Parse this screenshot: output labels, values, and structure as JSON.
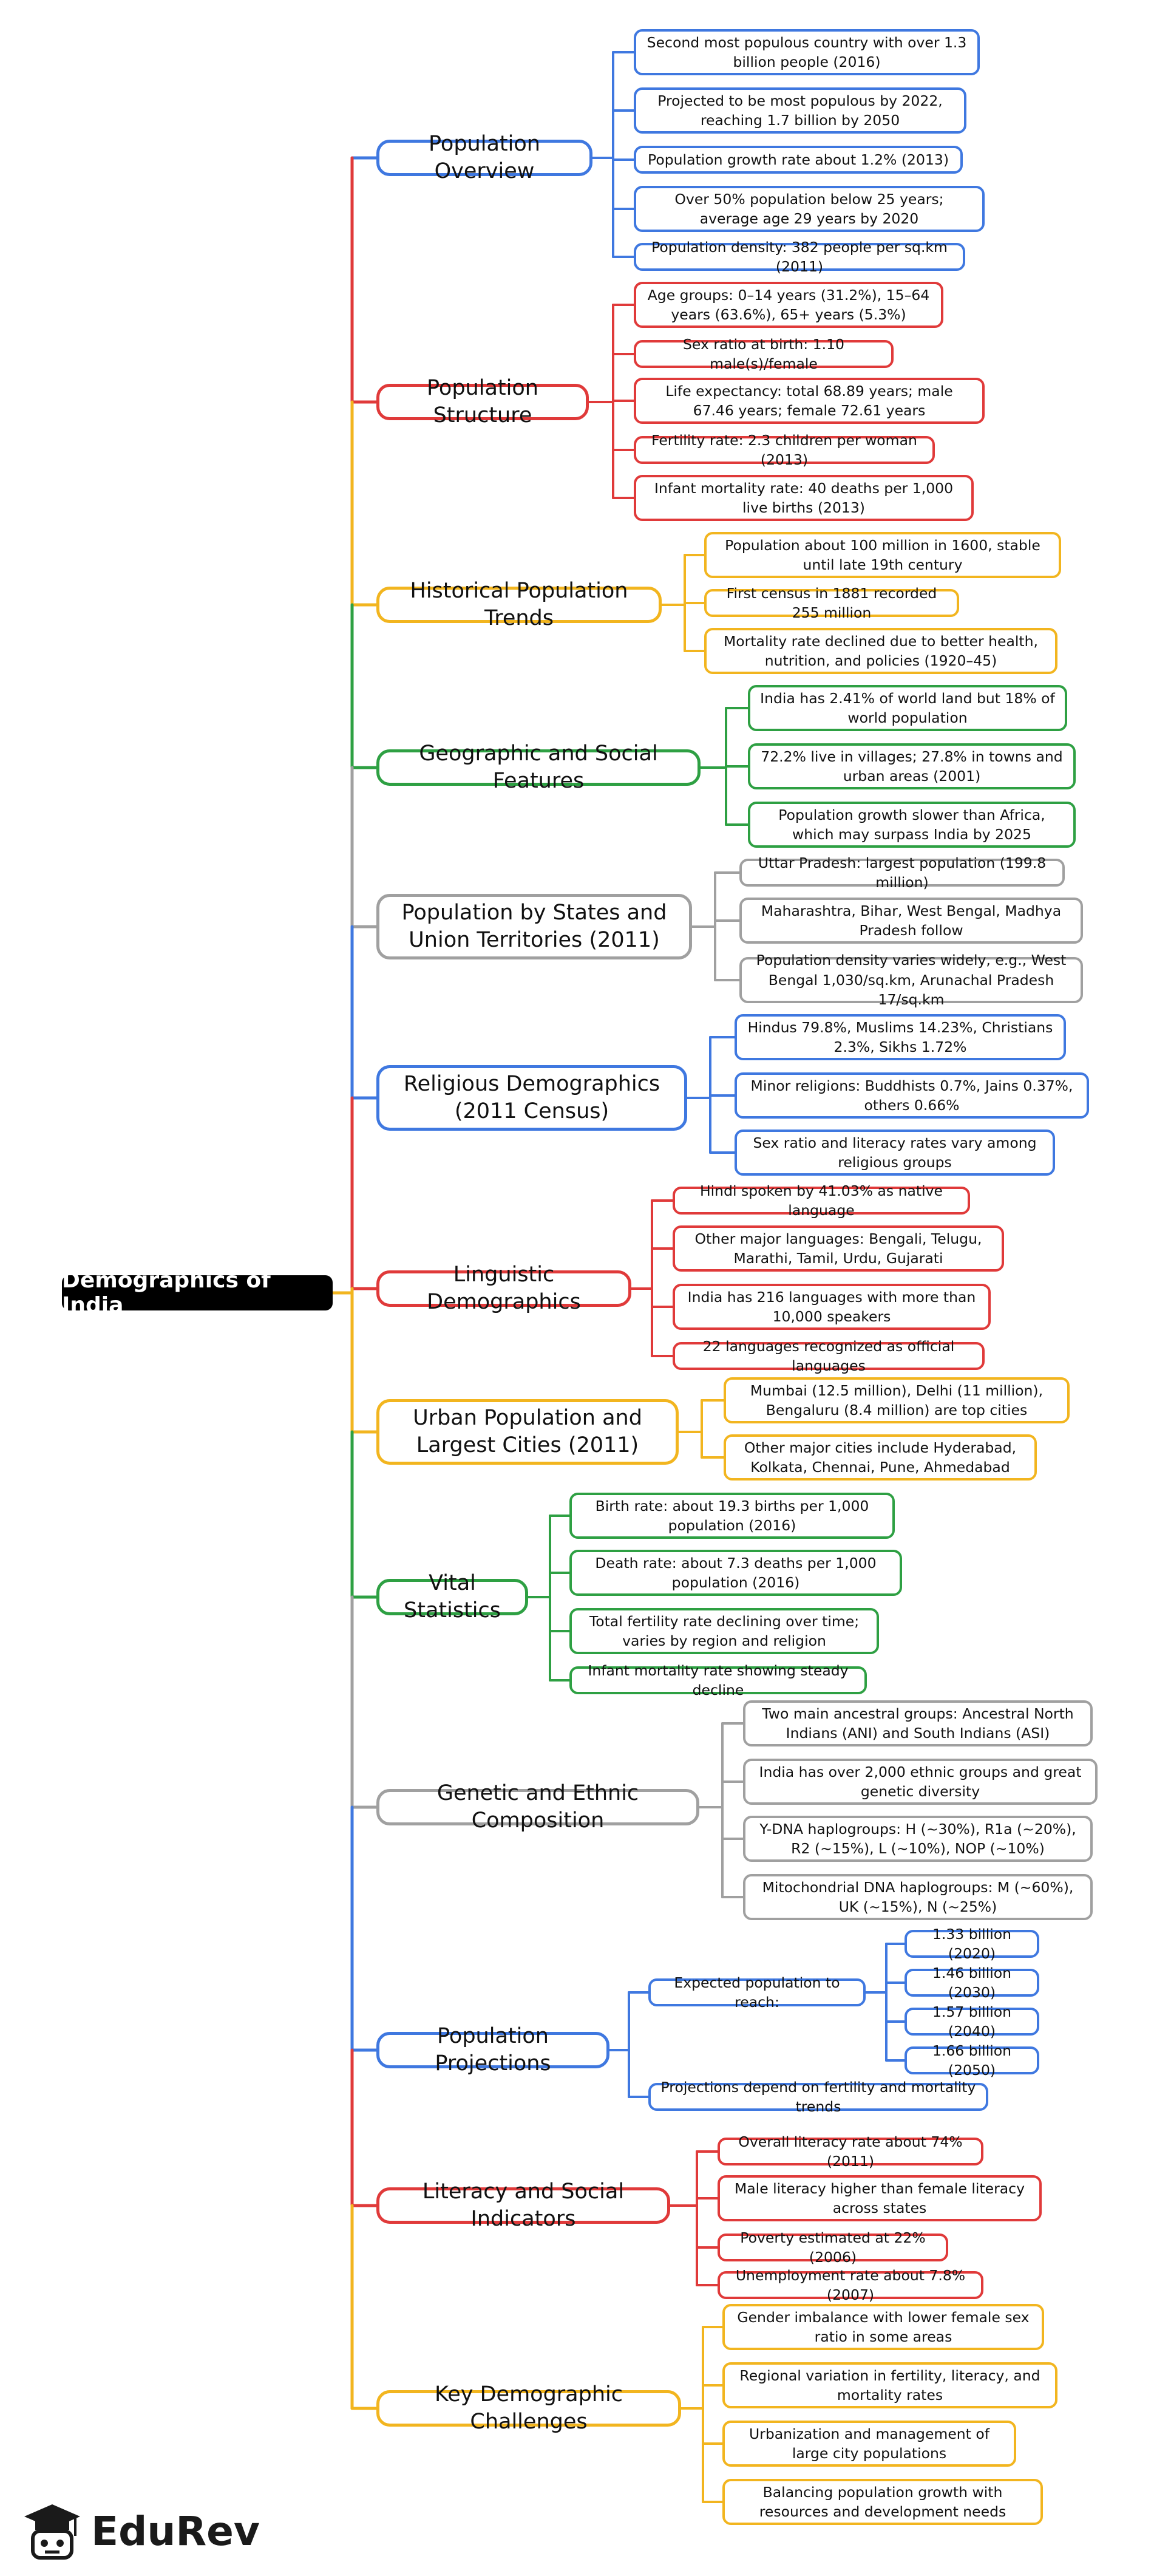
{
  "colors": {
    "blue": "#3f78e0",
    "red": "#e03a3a",
    "yellow": "#f2b51f",
    "green": "#2ea043",
    "gray": "#a0a0a0"
  },
  "root": "Demographics of India",
  "branches": [
    {
      "label": "Population Overview",
      "color": "blue",
      "items": [
        "Second most populous country with over 1.3 billion people (2016)",
        "Projected to be most populous by 2022, reaching 1.7 billion by 2050",
        "Population growth rate about 1.2% (2013)",
        "Over 50% population below 25 years; average age 29 years by 2020",
        "Population density: 382 people per sq.km (2011)"
      ]
    },
    {
      "label": "Population Structure",
      "color": "red",
      "items": [
        "Age groups: 0–14 years (31.2%), 15–64 years (63.6%), 65+ years (5.3%)",
        "Sex ratio at birth: 1.10 male(s)/female",
        "Life expectancy: total 68.89 years; male 67.46 years; female 72.61 years",
        "Fertility rate: 2.3 children per woman (2013)",
        "Infant mortality rate: 40 deaths per 1,000 live births (2013)"
      ]
    },
    {
      "label": "Historical Population Trends",
      "color": "yellow",
      "items": [
        "Population about 100 million in 1600, stable until late 19th century",
        "First census in 1881 recorded 255 million",
        "Mortality rate declined due to better health, nutrition, and policies (1920–45)"
      ]
    },
    {
      "label": "Geographic and Social Features",
      "color": "green",
      "items": [
        "India has 2.41% of world land but 18% of world population",
        "72.2% live in villages; 27.8% in towns and urban areas (2001)",
        "Population growth slower than Africa, which may surpass India by 2025"
      ]
    },
    {
      "label": "Population by States and Union Territories (2011)",
      "color": "gray",
      "items": [
        "Uttar Pradesh: largest population (199.8 million)",
        "Maharashtra, Bihar, West Bengal, Madhya Pradesh follow",
        "Population density varies widely, e.g., West Bengal 1,030/sq.km, Arunachal Pradesh 17/sq.km"
      ]
    },
    {
      "label": "Religious Demographics (2011 Census)",
      "color": "blue",
      "items": [
        "Hindus 79.8%, Muslims 14.23%, Christians 2.3%, Sikhs 1.72%",
        "Minor religions: Buddhists 0.7%, Jains 0.37%, others 0.66%",
        "Sex ratio and literacy rates vary among religious groups"
      ]
    },
    {
      "label": "Linguistic Demographics",
      "color": "red",
      "items": [
        "Hindi spoken by 41.03% as native language",
        "Other major languages: Bengali, Telugu, Marathi, Tamil, Urdu, Gujarati",
        "India has 216 languages with more than 10,000 speakers",
        "22 languages recognized as official languages"
      ]
    },
    {
      "label": "Urban Population and Largest Cities (2011)",
      "color": "yellow",
      "items": [
        "Mumbai (12.5 million), Delhi (11 million), Bengaluru (8.4 million) are top cities",
        "Other major cities include Hyderabad, Kolkata, Chennai, Pune, Ahmedabad"
      ]
    },
    {
      "label": "Vital Statistics",
      "color": "green",
      "items": [
        "Birth rate: about 19.3 births per 1,000 population (2016)",
        "Death rate: about 7.3 deaths per 1,000 population (2016)",
        "Total fertility rate declining over time; varies by region and religion",
        "Infant mortality rate showing steady decline"
      ]
    },
    {
      "label": "Genetic and Ethnic Composition",
      "color": "gray",
      "items": [
        "Two main ancestral groups: Ancestral North Indians (ANI) and South Indians (ASI)",
        "India has over 2,000 ethnic groups and great genetic diversity",
        "Y-DNA haplogroups: H (~30%), R1a (~20%), R2 (~15%), L (~10%), NOP (~10%)",
        "Mitochondrial DNA haplogroups: M (~60%), UK (~15%), N (~25%)"
      ]
    },
    {
      "label": "Population Projections",
      "color": "blue",
      "items": [
        "Expected population to reach:",
        "Projections depend on fertility and mortality trends"
      ],
      "sub": [
        "1.33 billion (2020)",
        "1.46 billion (2030)",
        "1.57 billion (2040)",
        "1.66 billion (2050)"
      ]
    },
    {
      "label": "Literacy and Social Indicators",
      "color": "red",
      "items": [
        "Overall literacy rate about 74% (2011)",
        "Male literacy higher than female literacy across states",
        "Poverty estimated at 22% (2006)",
        "Unemployment rate about 7.8% (2007)"
      ]
    },
    {
      "label": "Key Demographic Challenges",
      "color": "yellow",
      "items": [
        "Gender imbalance with lower female sex ratio in some areas",
        "Regional variation in fertility, literacy, and mortality rates",
        "Urbanization and management of large city populations",
        "Balancing population growth with resources and development needs"
      ]
    }
  ],
  "brand": {
    "name": "EduRev",
    "icon": "graduation-cap-robot-icon"
  }
}
